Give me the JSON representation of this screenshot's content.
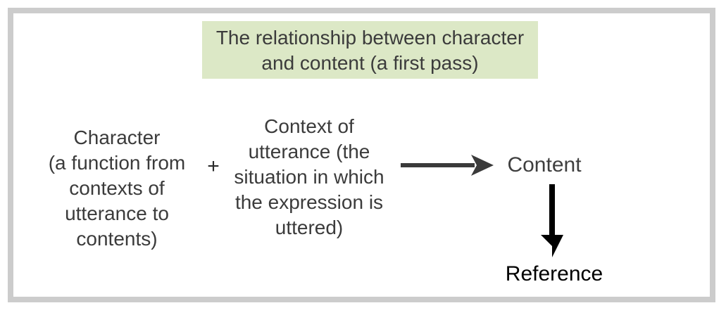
{
  "title_box": {
    "text": "The relationship between character\nand content (a first pass)"
  },
  "nodes": {
    "character": "Character\n(a function from\ncontexts of\nutterance to\ncontents)",
    "plus": "+",
    "context": "Context of\nutterance (the\nsituation in which\nthe expression is\nuttered)",
    "content": "Content",
    "reference": "Reference"
  },
  "icons": {
    "right_arrow": "right-arrow-icon",
    "down_arrow": "down-arrow-icon"
  },
  "colors": {
    "title_bg": "#dce8c6",
    "frame_border": "#cccccc",
    "body_text": "#3b3b3b",
    "right_arrow": "#3a3a3a",
    "down_arrow": "#000000",
    "reference_text": "#000000"
  }
}
